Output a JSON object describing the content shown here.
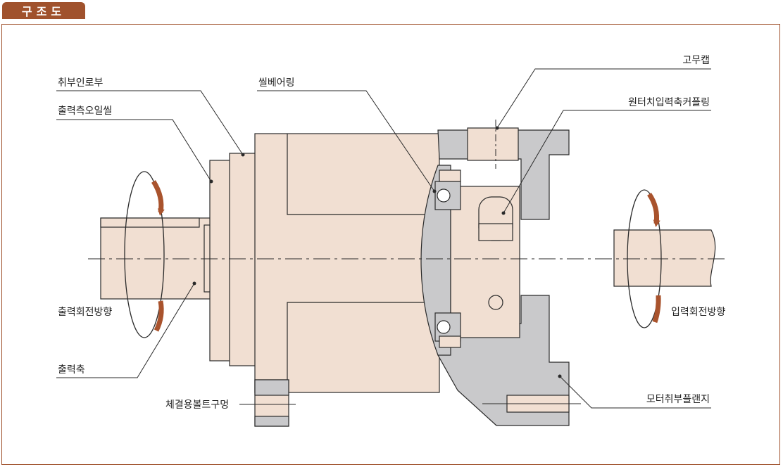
{
  "header": {
    "title": "구조도"
  },
  "colors": {
    "accent": "#a0522d",
    "body": "#f1dfd2",
    "gray": "#c9c9cb",
    "arrow": "#a9532d",
    "line": "#2a2a2a"
  },
  "labels": {
    "mount_part": "취부인로부",
    "output_oil_seal": "출력측오일씰",
    "seal_bearing": "씰베어링",
    "rubber_cap": "고무캡",
    "one_touch_coupling": "원터치입력축커플링",
    "output_rotation": "출력회전방향",
    "input_rotation": "입력회전방향",
    "output_shaft": "출력축",
    "bolt_hole": "체결용볼트구멍",
    "motor_flange": "모터취부플랜지"
  }
}
